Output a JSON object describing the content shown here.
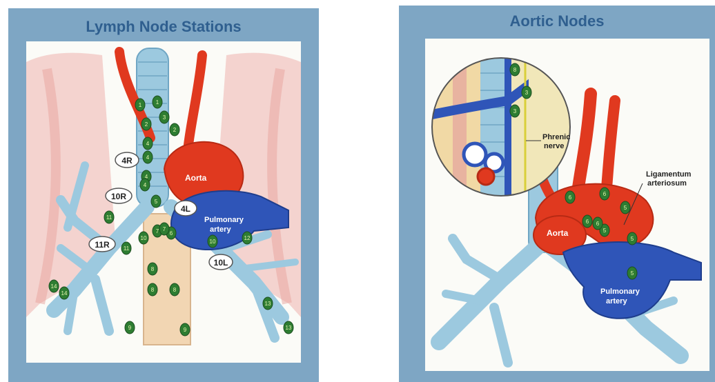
{
  "left_panel": {
    "title": "Lymph Node Stations",
    "vessels": {
      "aorta": "Aorta",
      "pulmonary_artery_line1": "Pulmonary",
      "pulmonary_artery_line2": "artery"
    },
    "station_tags": [
      "4R",
      "10R",
      "11R",
      "4L",
      "10L"
    ],
    "node_numbers": [
      "1",
      "1",
      "2",
      "2",
      "3",
      "4",
      "4",
      "4",
      "4",
      "5",
      "6",
      "7",
      "7",
      "8",
      "8",
      "8",
      "9",
      "9",
      "10",
      "10",
      "11",
      "11",
      "12",
      "13",
      "13",
      "14",
      "14"
    ]
  },
  "right_panel": {
    "title": "Aortic Nodes",
    "vessels": {
      "aorta": "Aorta",
      "pulmonary_artery_line1": "Pulmonary",
      "pulmonary_artery_line2": "artery"
    },
    "callouts": {
      "phrenic_line1": "Phrenic",
      "phrenic_line2": "nerve",
      "ligamentum_line1": "Ligamentum",
      "ligamentum_line2": "arteriosum"
    },
    "node_numbers": [
      "6",
      "6",
      "6",
      "5",
      "5",
      "5",
      "5",
      "6",
      "8",
      "3",
      "3"
    ]
  },
  "colors": {
    "panel_frame": "#7ea6c4",
    "title_text": "#2f5f8f",
    "aorta_red": "#e0391f",
    "pulmonary_blue": "#2f55b8",
    "airway_blue": "#9cc9df",
    "node_green": "#2e7d32"
  }
}
